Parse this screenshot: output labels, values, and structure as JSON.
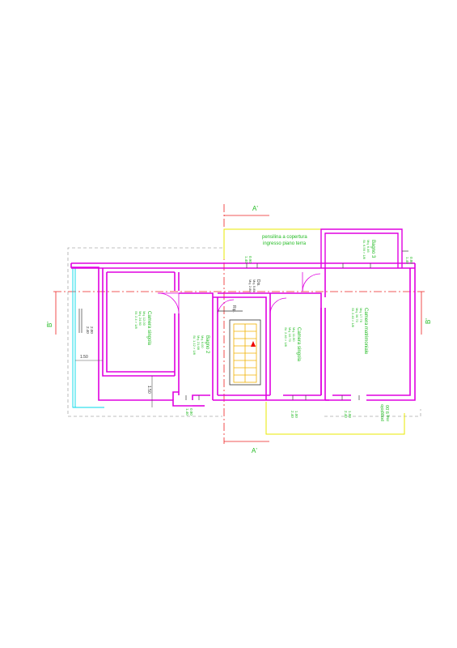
{
  "colors": {
    "wall": "#e000e0",
    "section": "#ee2222",
    "label": "#22bb22",
    "terrace": "#e8e800",
    "balcony": "#00d8e8",
    "dim": "#555555",
    "dashed_outline": "#aaaaaa",
    "stairs": "#f0b000",
    "arrow": "#ee0000"
  },
  "section_marks": {
    "a_top": "A'",
    "a_bottom": "A'",
    "b_left": "B'",
    "b_right": "B'"
  },
  "canopy": {
    "line1": "pensilina a copertura",
    "line2": "ingresso piano terra"
  },
  "porch": {
    "line1": "poggiolo",
    "line2": "mq 9.00"
  },
  "rooms": {
    "bagno3": {
      "name": "Bagno 3",
      "area": "Mq. 6.46",
      "perimeter": "St. 6.56 > 1/8"
    },
    "camera_sx": {
      "name": "Camera singola",
      "area": "Mq. 12.00",
      "window": "Mq. 24.60",
      "ratio": "Sf. 2.4 > 1/8"
    },
    "bagno2": {
      "name": "Bagno 2",
      "area": "Mq. 6.00",
      "window": "Mq. 21.68",
      "ratio": "St. 1.12 > 1/8"
    },
    "disimpegno": {
      "name": "Dis.",
      "area": "Mq. 5.85",
      "window": "Mq. 2.80"
    },
    "rip": {
      "name": "Rip."
    },
    "camera_dx": {
      "name": "Camera singola",
      "area": "Mq. 11.50",
      "window": "Mq. 10.70",
      "ratio": "St. 2.40 > 1/8"
    },
    "matrimoniale": {
      "name": "Camera matrimoniale",
      "area": "Mq. 17.76",
      "window": "Mq. 36.70",
      "ratio": "Sf. 2.40 > 1/8"
    }
  },
  "dimensions": {
    "d1_top": "0.90",
    "d1_bot": "1.40",
    "d2_top": "0.80",
    "d2_bot": "1.40",
    "d3_top": "2.00",
    "d3_bot": "2.40",
    "d4": "1.50",
    "d5": "1.50",
    "d6_top": "0.80",
    "d6_bot": "1.40",
    "d7_top": "1.00",
    "d7_bot": "2.40",
    "d8_top": "1.00",
    "d8_bot": "2.40"
  }
}
